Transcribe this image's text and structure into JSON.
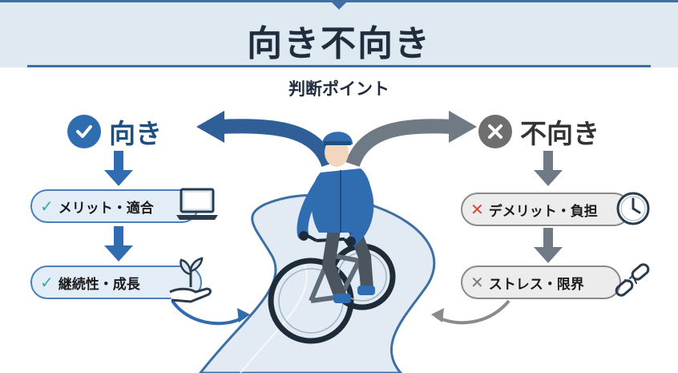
{
  "title": "向き不向き",
  "subtitle": "判断ポイント",
  "left": {
    "heading": "向き",
    "items": [
      {
        "label": "メリット・適合",
        "icon": "laptop-icon"
      },
      {
        "label": "継続性・成長",
        "icon": "sprout-hand-icon"
      }
    ]
  },
  "right": {
    "heading": "不向き",
    "items": [
      {
        "label": "デメリット・負担",
        "icon": "clock-icon"
      },
      {
        "label": "ストレス・限界",
        "icon": "broken-chain-icon"
      }
    ]
  },
  "colors": {
    "accent_blue": "#2f6db0",
    "neutral_gray": "#6e6e6e",
    "check_teal": "#3aa89a",
    "cross_red": "#d6443a",
    "header_bg": "#dfe9f2"
  }
}
